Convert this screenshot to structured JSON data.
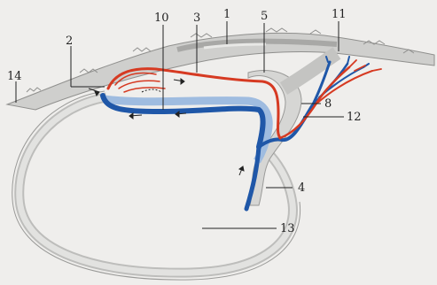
{
  "labels": {
    "l1": "1",
    "l2": "2",
    "l3": "3",
    "l4": "4",
    "l5": "5",
    "l8": "8",
    "l10": "10",
    "l11": "11",
    "l12": "12",
    "l13": "13",
    "l14": "14"
  },
  "colors": {
    "artery": "#d63a22",
    "vein": "#1f57a8",
    "vein_light": "#9fbce0",
    "membrane": "#c9c9c7",
    "membrane_edge": "#8f8f8d",
    "background": "#efeeec"
  }
}
